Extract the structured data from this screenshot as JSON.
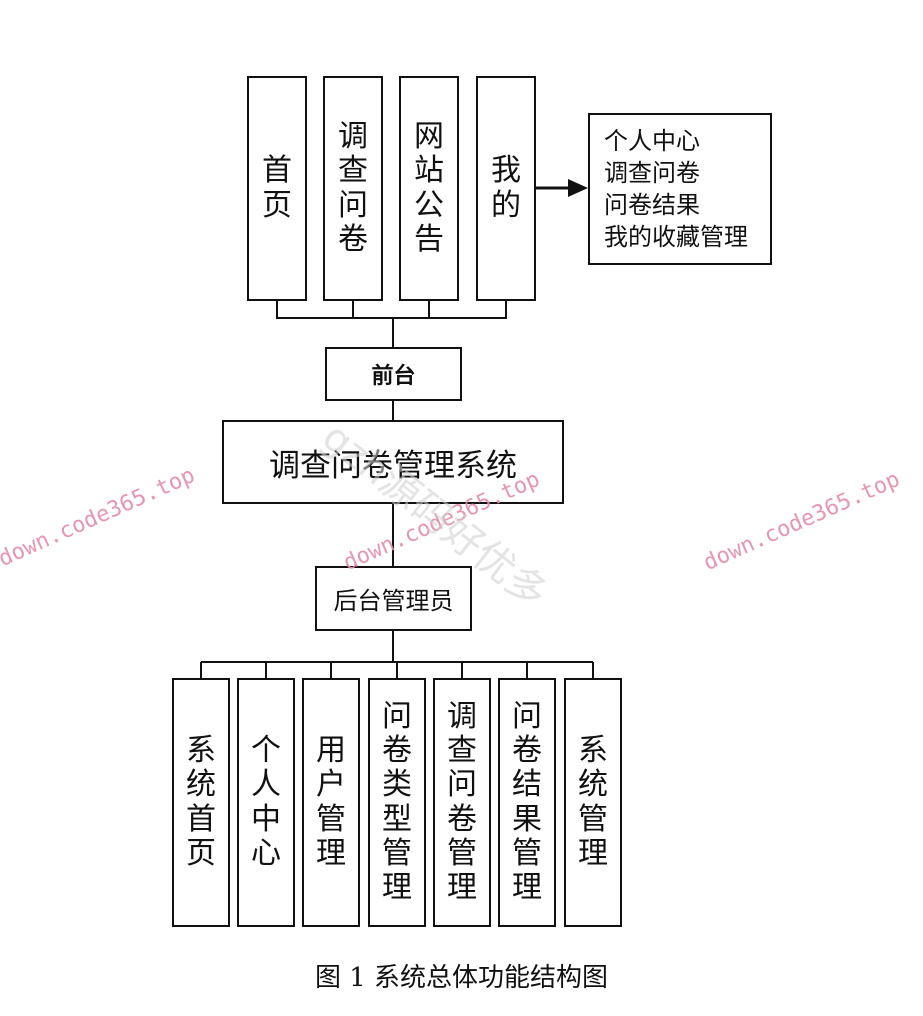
{
  "diagram": {
    "frontend_modules": [
      "首页",
      "调查问卷",
      "网站公告",
      "我的"
    ],
    "mine_submenu": [
      "个人中心",
      "调查问卷",
      "问卷结果",
      "我的收藏管理"
    ],
    "frontend_label": "前台",
    "system_title": "调查问卷管理系统",
    "admin_label": "后台管理员",
    "backend_modules": [
      "系统首页",
      "个人中心",
      "用户管理",
      "问卷类型管理",
      "调查问卷管理",
      "问卷结果管理",
      "系统管理"
    ],
    "caption": "图 1  系统总体功能结构图"
  },
  "watermarks": {
    "site": "down.code365.top",
    "brand": "gzh源码好优多"
  }
}
